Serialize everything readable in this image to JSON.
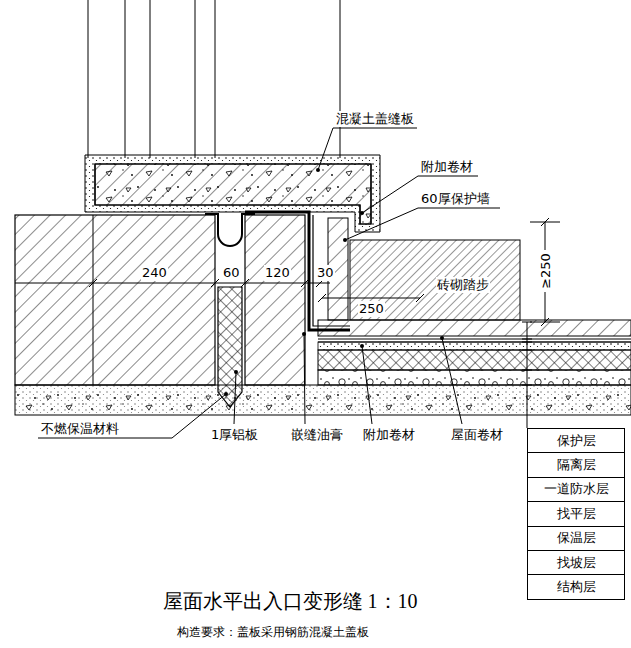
{
  "diagram": {
    "title": "屋面水平出入口变形缝 1：10",
    "caption": "构造要求：盖板采用钢筋混凝土盖板",
    "nodes": [
      {
        "text": [
          "保护层"
        ]
      },
      {
        "text": [
          "隔离层"
        ]
      },
      {
        "text": [
          "一道防水层"
        ]
      },
      {
        "text": [
          "找平层"
        ]
      },
      {
        "text": [
          "保温层"
        ]
      },
      {
        "text": [
          "找坡层"
        ]
      },
      {
        "text": [
          "结构层"
        ]
      }
    ],
    "labels": [
      "混凝土盖缝板",
      "附加卷材",
      "60厚保护墙",
      "240",
      "60",
      "120",
      "30",
      "250",
      "砖砌踏步",
      "≥250",
      "不燃保温材料",
      "1厚铝板",
      "嵌缝油膏",
      "附加卷材",
      "屋面卷材"
    ]
  }
}
